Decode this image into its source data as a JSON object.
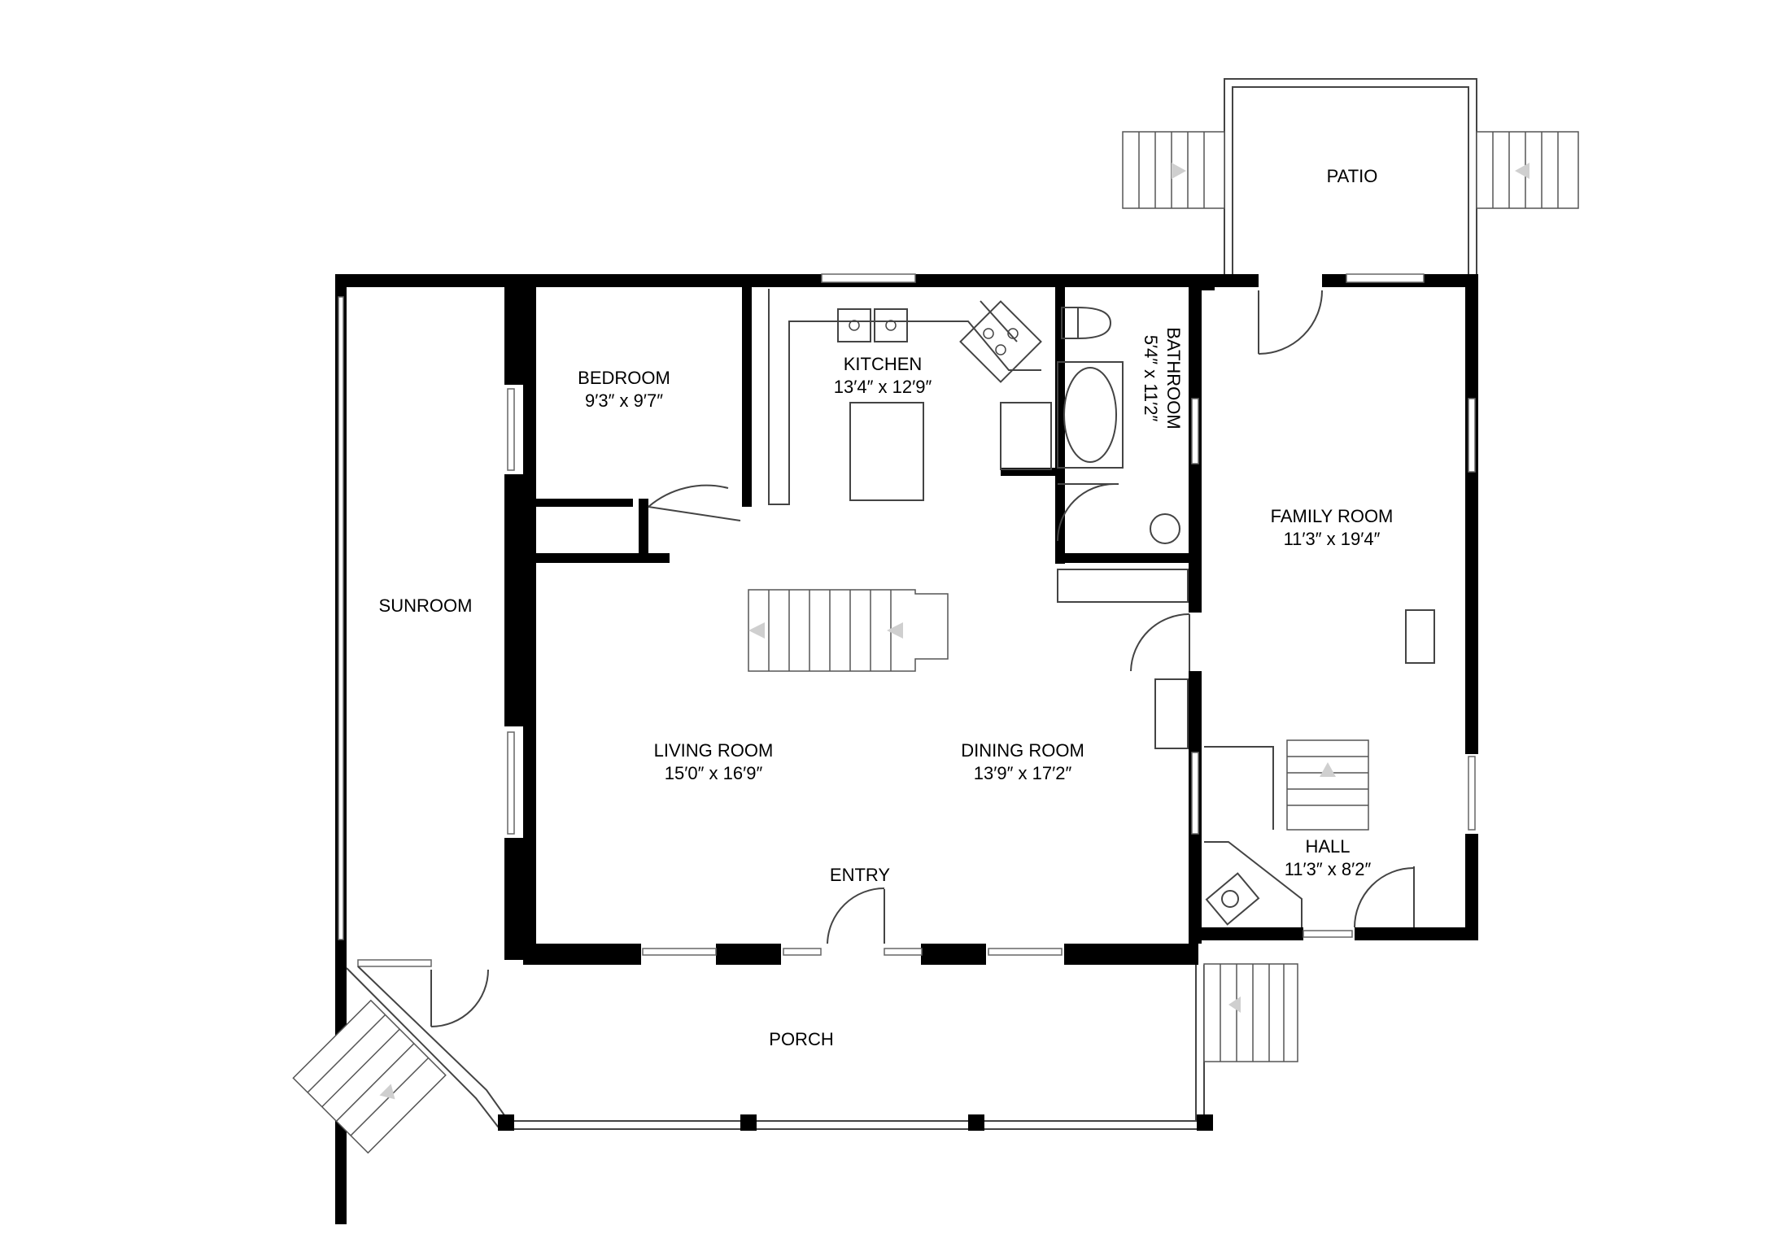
{
  "rooms": {
    "patio": {
      "name": "PATIO"
    },
    "bedroom": {
      "name": "BEDROOM",
      "dims": "9′3″ x 9′7″"
    },
    "kitchen": {
      "name": "KITCHEN",
      "dims": "13′4″ x 12′9″"
    },
    "bathroom": {
      "name": "BATHROOM",
      "dims": "5′4″ x 11′2″"
    },
    "family_room": {
      "name": "FAMILY ROOM",
      "dims": "11′3″ x 19′4″"
    },
    "sunroom": {
      "name": "SUNROOM"
    },
    "living_room": {
      "name": "LIVING ROOM",
      "dims": "15′0″ x 16′9″"
    },
    "dining_room": {
      "name": "DINING ROOM",
      "dims": "13′9″ x 17′2″"
    },
    "hall": {
      "name": "HALL",
      "dims": "11′3″ x 8′2″"
    },
    "entry": {
      "name": "ENTRY"
    },
    "porch": {
      "name": "PORCH"
    }
  },
  "icons": {
    "stairs": "stairs-icon",
    "sink": "sink-icon",
    "stove": "stove-icon",
    "toilet": "toilet-icon",
    "bathtub": "bathtub-icon",
    "door": "door-icon",
    "window": "window-icon"
  },
  "colors": {
    "wall": "#000000",
    "background": "#ffffff",
    "fixture": "#444444",
    "arrow": "#cfcfcf"
  }
}
